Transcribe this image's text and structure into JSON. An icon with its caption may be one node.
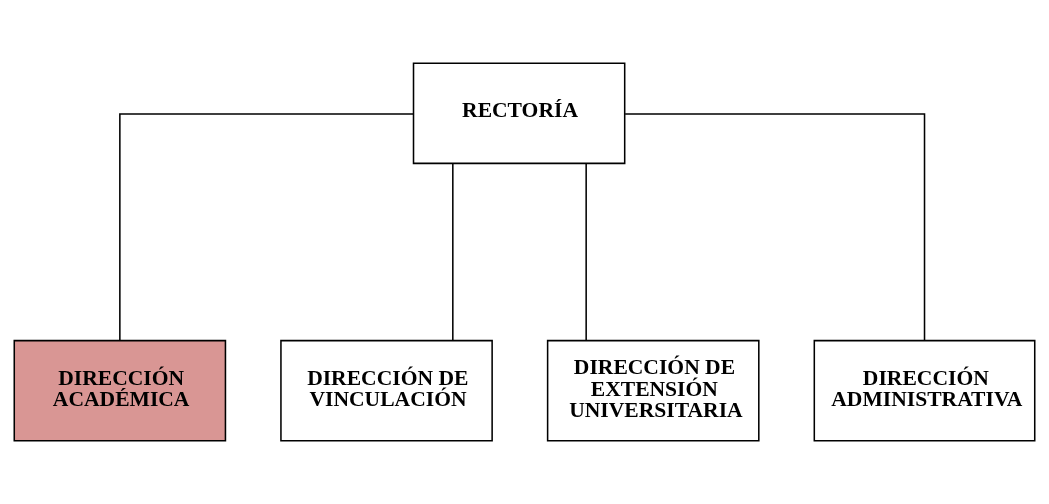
{
  "diagram": {
    "nodes": [
      {
        "text": [
          "RECTORÍA"
        ]
      },
      {
        "text": [
          "DIRECCIÓN ACADÉMICA"
        ]
      },
      {
        "text": [
          "DIRECCIÓN DE VINCULACIÓN"
        ]
      },
      {
        "text": [
          "DIRECCIÓN DE EXTENSIÓN UNIVERSITARIA"
        ]
      },
      {
        "text": [
          "DIRECCIÓN ADMINISTRATIVA"
        ]
      }
    ],
    "edges": [
      {
        "from": 0,
        "to": 1,
        "arrow": "none"
      },
      {
        "from": 0,
        "to": 2,
        "arrow": "none"
      },
      {
        "from": 0,
        "to": 3,
        "arrow": "none"
      },
      {
        "from": 0,
        "to": 4,
        "arrow": "none"
      }
    ]
  }
}
